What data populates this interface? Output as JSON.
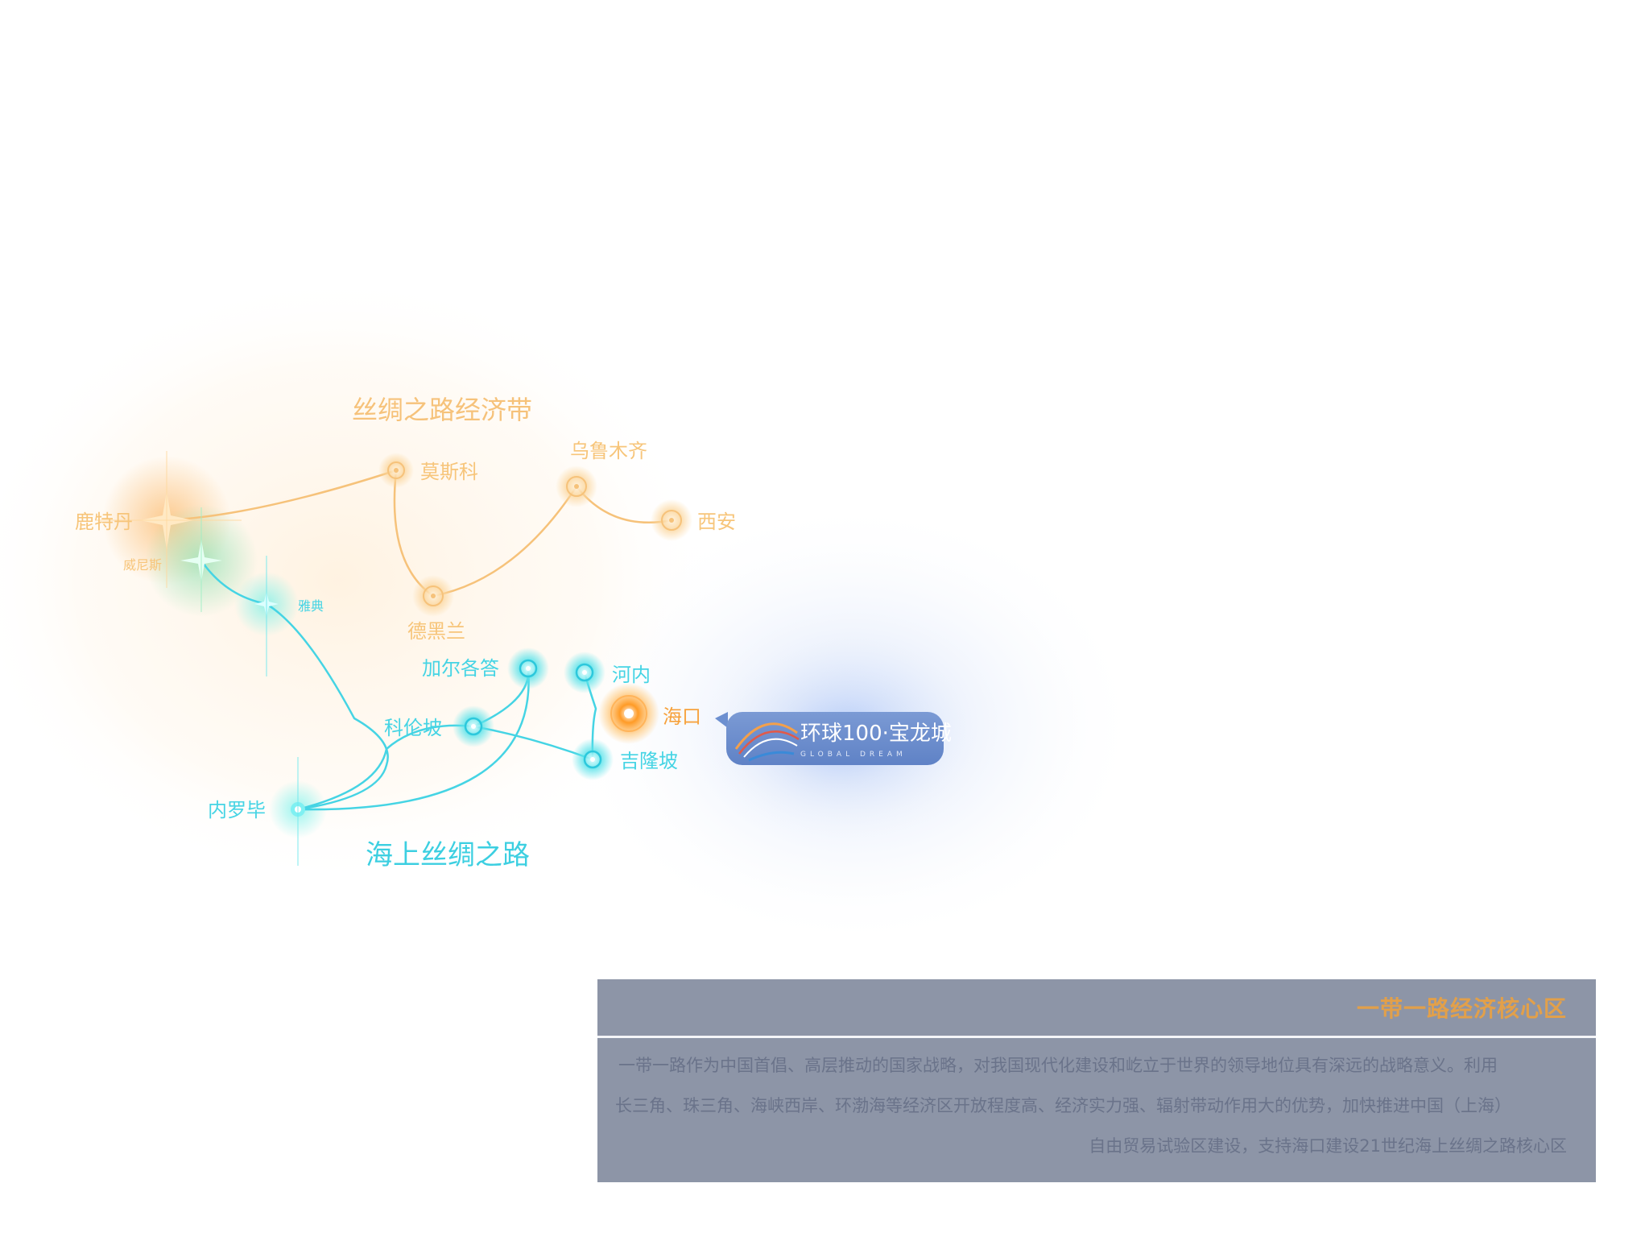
{
  "map": {
    "route_titles": {
      "land": "丝绸之路经济带",
      "sea": "海上丝绸之路"
    },
    "cities": {
      "rotterdam": "鹿特丹",
      "venice": "威尼斯",
      "athens": "雅典",
      "moscow": "莫斯科",
      "urumqi": "乌鲁木齐",
      "xian": "西安",
      "tehran": "德黑兰",
      "kolkata": "加尔各答",
      "hanoi": "河内",
      "haikou": "海口",
      "colombo": "科伦坡",
      "kuala_lumpur": "吉隆坡",
      "nairobi": "内罗毕"
    },
    "colors": {
      "land_route": "#f6c27a",
      "sea_route": "#45d4e4",
      "haikou": "#f7a13a",
      "logo_badge": "#6c8fd0"
    }
  },
  "logo": {
    "name": "环球100·宝龙城",
    "subtitle": "GLOBAL DREAM"
  },
  "info_panel": {
    "title": "一带一路经济核心区",
    "lines": [
      "一带一路作为中国首倡、高层推动的国家战略，对我国现代化建设和屹立于世界的领导地位具有深远的战略意义。利用",
      "长三角、珠三角、海峡西岸、环渤海等经济区开放程度高、经济实力强、辐射带动作用大的优势，加快推进中国（上海）",
      "自由贸易试验区建设，支持海口建设21世纪海上丝绸之路核心区"
    ]
  }
}
